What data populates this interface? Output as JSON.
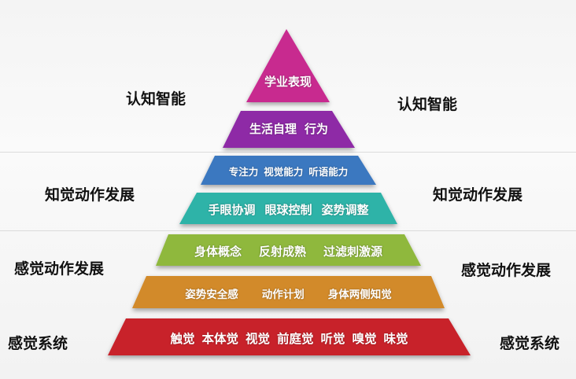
{
  "levels": [
    {
      "left_label": "认知智能",
      "right_label": "认知智能"
    },
    {
      "left_label": "知觉动作发展",
      "right_label": "知觉动作发展"
    },
    {
      "left_label": "感觉动作发展",
      "right_label": "感觉动作发展"
    },
    {
      "left_label": "感觉系统",
      "right_label": "感觉系统"
    }
  ],
  "layers": [
    {
      "color": "#c8298f",
      "items": [
        "学业表现"
      ]
    },
    {
      "color": "#8e2aa6",
      "items": [
        "生活自理",
        "行为"
      ]
    },
    {
      "color": "#3a78c0",
      "items": [
        "专注力",
        "视觉能力",
        "听语能力"
      ]
    },
    {
      "color": "#2fb3a8",
      "items": [
        "手眼协调",
        "眼球控制",
        "姿势调整"
      ]
    },
    {
      "color": "#8fb83c",
      "items": [
        "身体概念",
        "反射成熟",
        "过滤刺激源"
      ]
    },
    {
      "color": "#d28a2a",
      "items": [
        "姿势安全感",
        "动作计划",
        "身体两侧知觉"
      ]
    },
    {
      "color": "#c8202c",
      "items": [
        "触觉",
        "本体觉",
        "视觉",
        "前庭觉",
        "听觉",
        "嗅觉",
        "味觉"
      ]
    }
  ]
}
